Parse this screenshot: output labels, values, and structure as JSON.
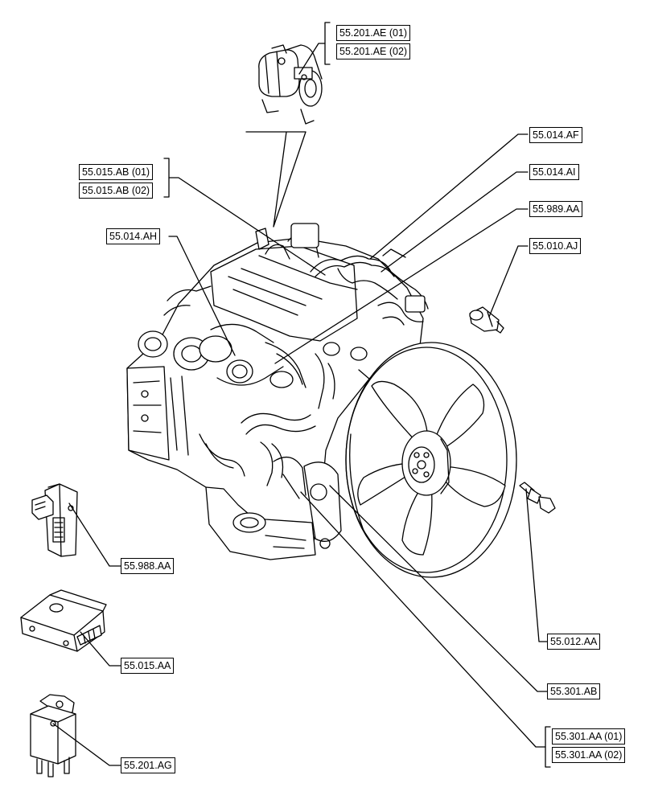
{
  "callouts": {
    "starter_01": "55.201.AE (01)",
    "starter_02": "55.201.AE (02)",
    "harness_ab_01": "55.015.AB (01)",
    "harness_ab_02": "55.015.AB (02)",
    "af": "55.014.AF",
    "ai": "55.014.AI",
    "aa_989": "55.989.AA",
    "ah": "55.014.AH",
    "aj": "55.010.AJ",
    "aa_988": "55.988.AA",
    "aa_015": "55.015.AA",
    "aa_012": "55.012.AA",
    "ab_301": "55.301.AB",
    "ag_201": "55.201.AG",
    "aa_301_01": "55.301.AA (01)",
    "aa_301_02": "55.301.AA (02)"
  },
  "colors": {
    "line": "#000000",
    "background": "#ffffff"
  },
  "icons": [
    "starter-motor-icon",
    "engine-assembly-icon",
    "cooling-fan-icon",
    "pressure-switch-icon",
    "temperature-sensor-icon",
    "relay-module-icon",
    "control-unit-icon",
    "glow-plug-relay-icon"
  ]
}
